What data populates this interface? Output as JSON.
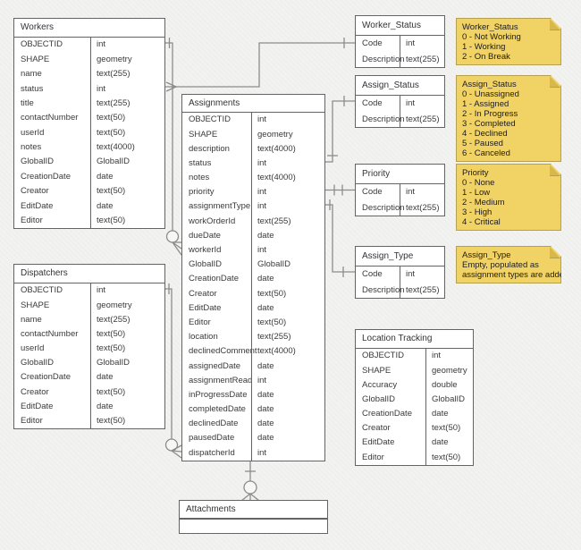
{
  "tables": {
    "workers": {
      "title": "Workers",
      "fields": [
        [
          "OBJECTID",
          "int"
        ],
        [
          "SHAPE",
          "geometry"
        ],
        [
          "name",
          "text(255)"
        ],
        [
          "status",
          "int"
        ],
        [
          "title",
          "text(255)"
        ],
        [
          "contactNumber",
          "text(50)"
        ],
        [
          "userId",
          "text(50)"
        ],
        [
          "notes",
          "text(4000)"
        ],
        [
          "GlobalID",
          "GlobalID"
        ],
        [
          "CreationDate",
          "date"
        ],
        [
          "Creator",
          "text(50)"
        ],
        [
          "EditDate",
          "date"
        ],
        [
          "Editor",
          "text(50)"
        ]
      ]
    },
    "dispatchers": {
      "title": "Dispatchers",
      "fields": [
        [
          "OBJECTID",
          "int"
        ],
        [
          "SHAPE",
          "geometry"
        ],
        [
          "name",
          "text(255)"
        ],
        [
          "contactNumber",
          "text(50)"
        ],
        [
          "userId",
          "text(50)"
        ],
        [
          "GlobalID",
          "GlobalID"
        ],
        [
          "CreationDate",
          "date"
        ],
        [
          "Creator",
          "text(50)"
        ],
        [
          "EditDate",
          "date"
        ],
        [
          "Editor",
          "text(50)"
        ]
      ]
    },
    "assignments": {
      "title": "Assignments",
      "fields": [
        [
          "OBJECTID",
          "int"
        ],
        [
          "SHAPE",
          "geometry"
        ],
        [
          "description",
          "text(4000)"
        ],
        [
          "status",
          "int"
        ],
        [
          "notes",
          "text(4000)"
        ],
        [
          "priority",
          "int"
        ],
        [
          "assignmentType",
          "int"
        ],
        [
          "workOrderId",
          "text(255)"
        ],
        [
          "dueDate",
          "date"
        ],
        [
          "workerId",
          "int"
        ],
        [
          "GlobalID",
          "GlobalID"
        ],
        [
          "CreationDate",
          "date"
        ],
        [
          "Creator",
          "text(50)"
        ],
        [
          "EditDate",
          "date"
        ],
        [
          "Editor",
          "text(50)"
        ],
        [
          "location",
          "text(255)"
        ],
        [
          "declinedComment",
          "text(4000)"
        ],
        [
          "assignedDate",
          "date"
        ],
        [
          "assignmentRead",
          "int"
        ],
        [
          "inProgressDate",
          "date"
        ],
        [
          "completedDate",
          "date"
        ],
        [
          "declinedDate",
          "date"
        ],
        [
          "pausedDate",
          "date"
        ],
        [
          "dispatcherId",
          "int"
        ]
      ]
    },
    "worker_status": {
      "title": "Worker_Status",
      "fields": [
        [
          "Code",
          "int"
        ],
        [
          "Description",
          "text(255)"
        ]
      ]
    },
    "assign_status": {
      "title": "Assign_Status",
      "fields": [
        [
          "Code",
          "int"
        ],
        [
          "Description",
          "text(255)"
        ]
      ]
    },
    "priority": {
      "title": "Priority",
      "fields": [
        [
          "Code",
          "int"
        ],
        [
          "Description",
          "text(255)"
        ]
      ]
    },
    "assign_type": {
      "title": "Assign_Type",
      "fields": [
        [
          "Code",
          "int"
        ],
        [
          "Description",
          "text(255)"
        ]
      ]
    },
    "location_tracking": {
      "title": "Location Tracking",
      "fields": [
        [
          "OBJECTID",
          "int"
        ],
        [
          "SHAPE",
          "geometry"
        ],
        [
          "Accuracy",
          "double"
        ],
        [
          "GlobalID",
          "GlobalID"
        ],
        [
          "CreationDate",
          "date"
        ],
        [
          "Creator",
          "text(50)"
        ],
        [
          "EditDate",
          "date"
        ],
        [
          "Editor",
          "text(50)"
        ]
      ]
    },
    "attachments": {
      "title": "Attachments",
      "fields": []
    }
  },
  "notes": {
    "worker_status": {
      "lines": [
        "Worker_Status",
        "0 - Not Working",
        "1 - Working",
        "2 - On Break"
      ]
    },
    "assign_status": {
      "lines": [
        "Assign_Status",
        "0 - Unassigned",
        "1 - Assigned",
        "2 - In Progress",
        "3 - Completed",
        "4 - Declined",
        "5 - Paused",
        "6 - Canceled"
      ]
    },
    "priority": {
      "lines": [
        "Priority",
        "0 - None",
        "1 - Low",
        "2 - Medium",
        "3 - High",
        "4 - Critical"
      ]
    },
    "assign_type": {
      "lines": [
        "Assign_Type",
        "Empty, populated as",
        "assignment types are added"
      ]
    }
  },
  "colors": {
    "note_fill": "#f1d264",
    "note_fold": "#d8b74b",
    "note_border": "#b5a04e",
    "table_border": "#646464",
    "connector_line": "#8c8c8c",
    "background": "#f2f2f0",
    "text": "#3a3a3a"
  }
}
